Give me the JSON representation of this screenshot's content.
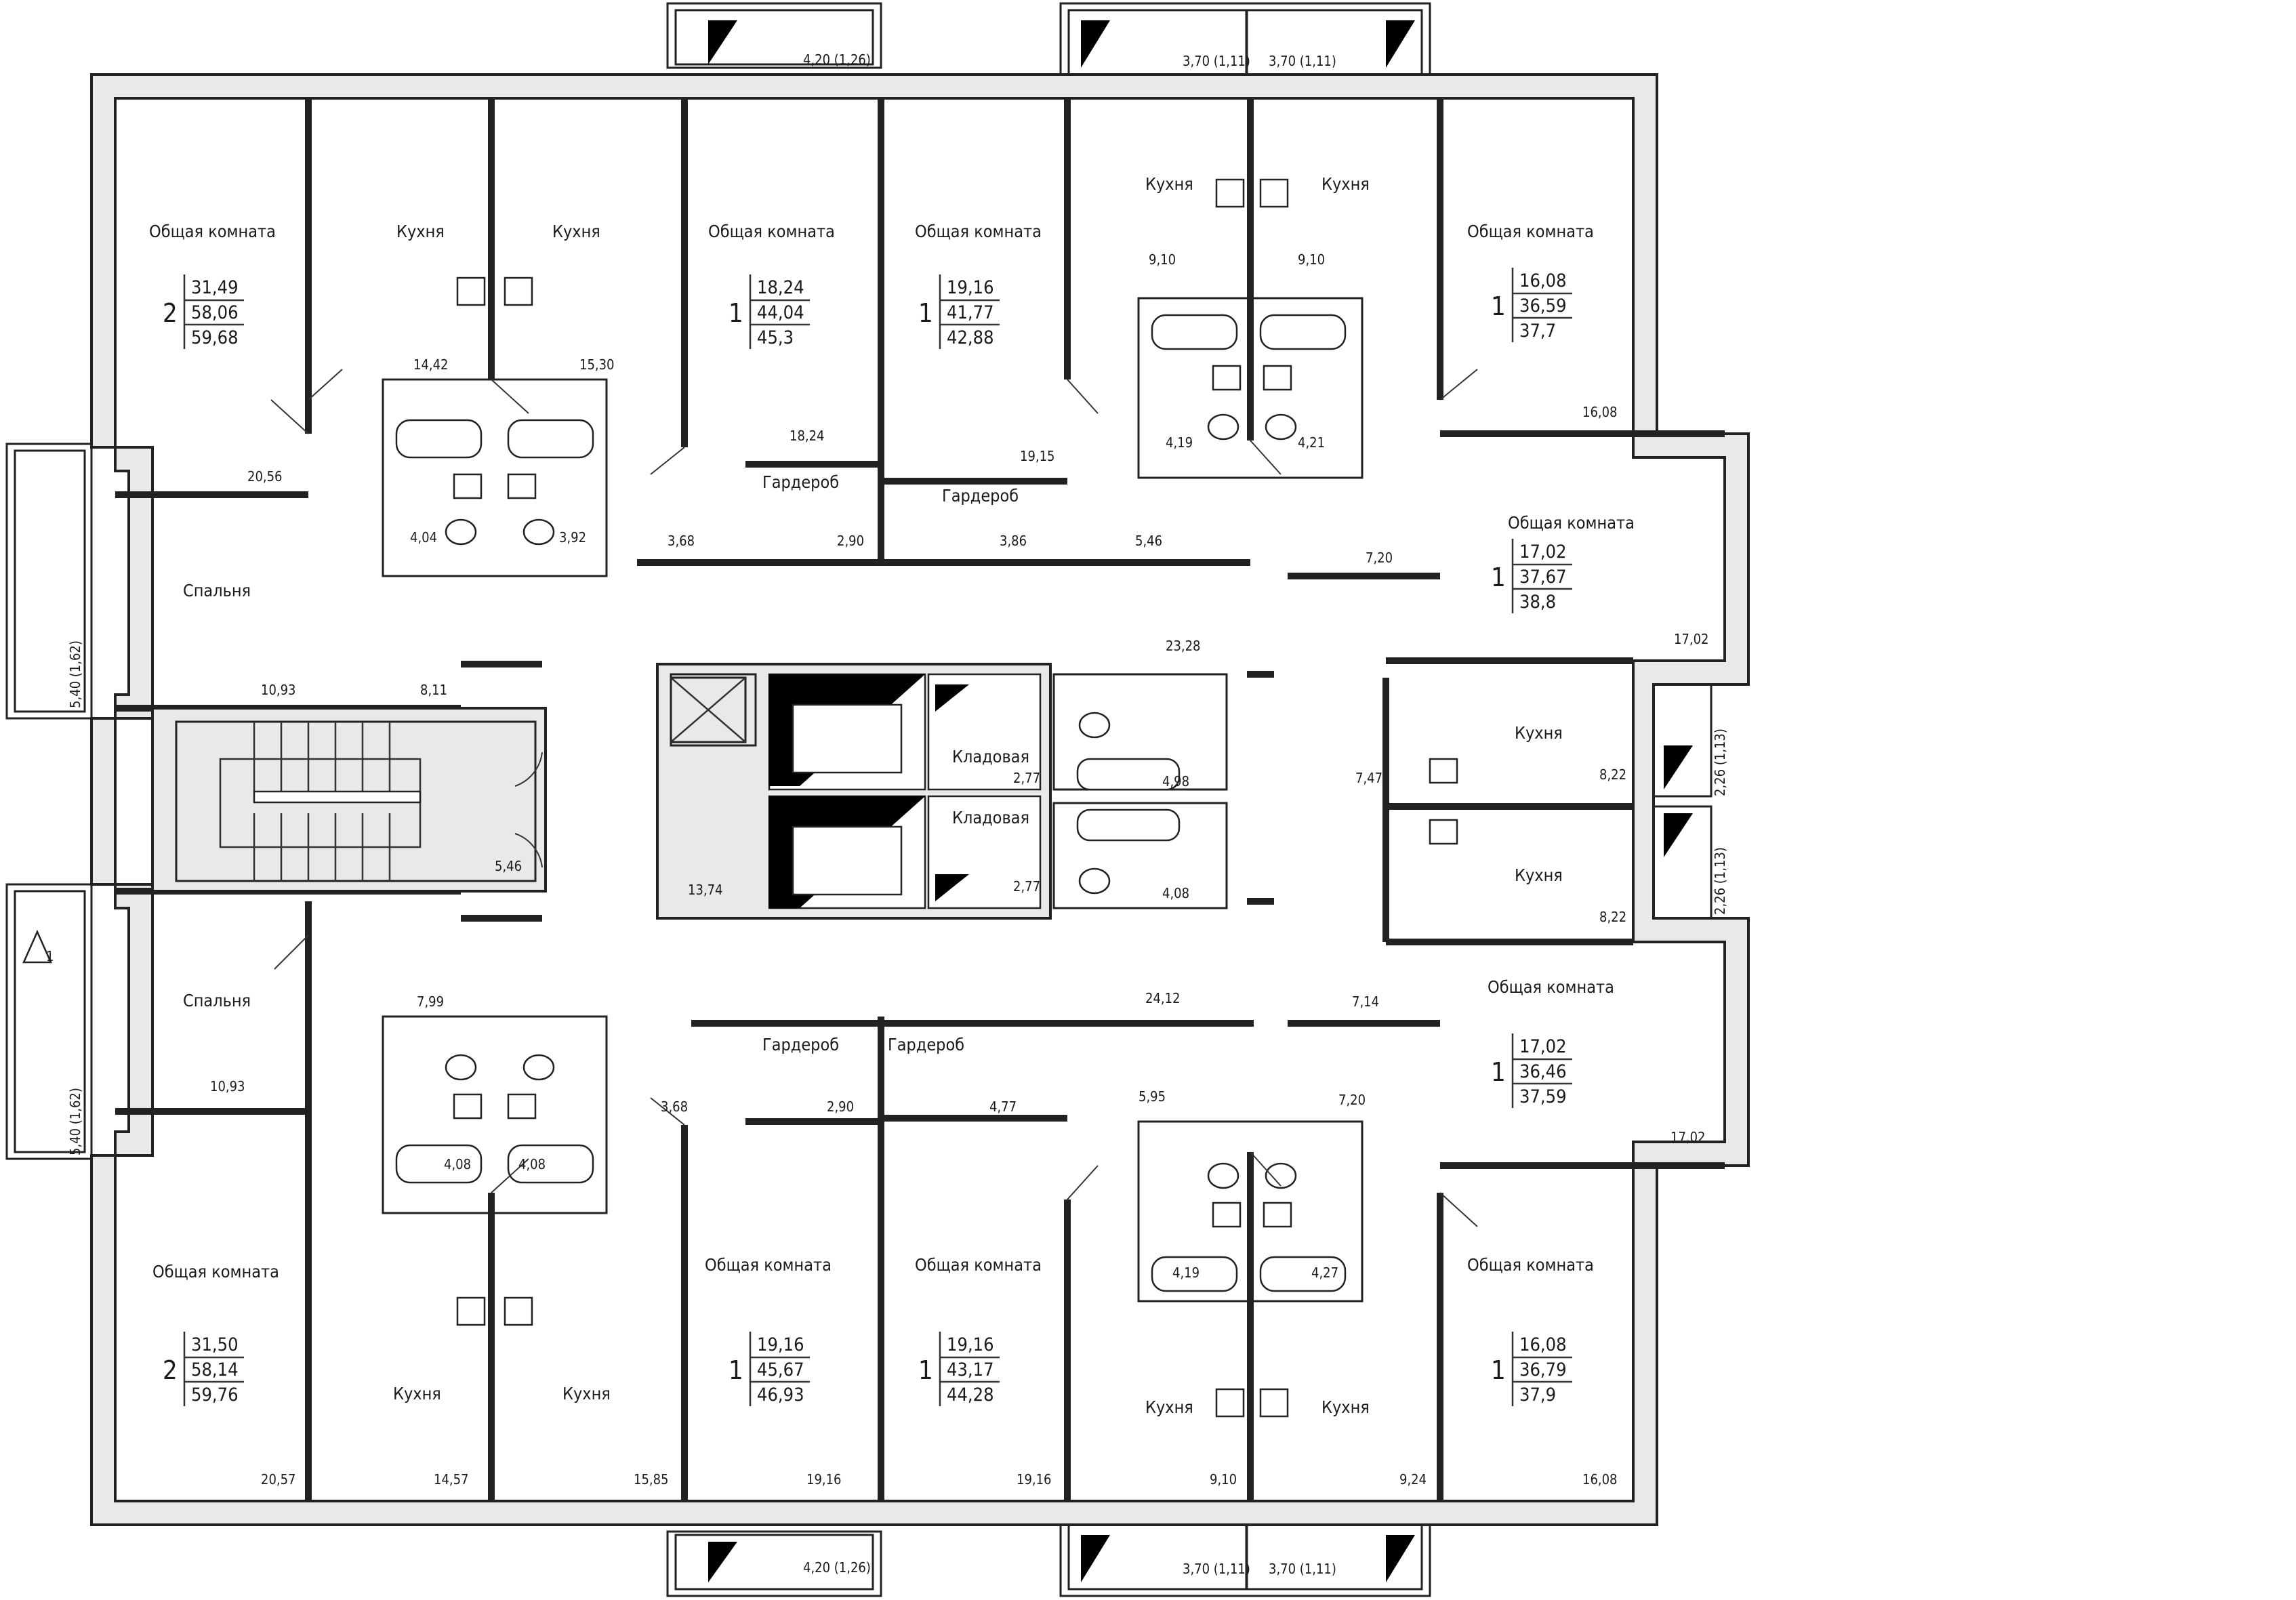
{
  "rooms": {
    "r_or1": "Общая комната",
    "r_or2": "Общая комната",
    "r_or3": "Общая комната",
    "r_or4": "Общая комната",
    "r_or5": "Общая комната",
    "r_or6": "Общая комната",
    "r_or7": "Общая комната",
    "r_or8": "Общая комната",
    "r_or9": "Общая комната",
    "r_or10": "Общая комната",
    "r_k1": "Кухня",
    "r_k2": "Кухня",
    "r_k3": "Кухня",
    "r_k4": "Кухня",
    "r_k5": "Кухня",
    "r_k6": "Кухня",
    "r_k7": "Кухня",
    "r_k8": "Кухня",
    "r_k9": "Кухня",
    "r_k10": "Кухня",
    "r_sp1": "Спальня",
    "r_sp2": "Спальня",
    "r_g1": "Гардероб",
    "r_g2": "Гардероб",
    "r_g3": "Гардероб",
    "r_g4": "Гардероб",
    "r_kl1": "Кладовая",
    "r_kl2": "Кладовая"
  },
  "areas": {
    "a1": "20,56",
    "a2": "10,93",
    "a3": "8,11",
    "a4": "14,42",
    "a5": "15,30",
    "a6": "4,04",
    "a7": "3,92",
    "a8": "3,68",
    "a9": "18,24",
    "a10": "2,90",
    "a11": "19,15",
    "a12": "3,86",
    "a13": "5,46",
    "a14": "9,10",
    "a15": "9,10",
    "a16": "4,19",
    "a17": "4,21",
    "a18": "16,08",
    "a19": "7,20",
    "a20": "23,28",
    "a21": "17,02",
    "a22": "7,47",
    "a23": "8,22",
    "a24": "8,22",
    "a25": "2,77",
    "a26": "2,77",
    "a27": "4,98",
    "a28": "4,08",
    "a29": "13,74",
    "a30": "5,46",
    "a31": "10,93",
    "a32": "7,99",
    "a33": "3,68",
    "a34": "2,90",
    "a35": "4,77",
    "a36": "24,12",
    "a37": "5,95",
    "a38": "7,14",
    "a39": "7,20",
    "a40": "17,02",
    "a41": "4,08",
    "a42": "4,08",
    "a43": "4,19",
    "a44": "4,27",
    "a45": "20,57",
    "a46": "14,57",
    "a47": "15,85",
    "a48": "19,16",
    "a49": "19,16",
    "a50": "9,10",
    "a51": "9,24",
    "a52": "16,08"
  },
  "balconies": {
    "b1": "4,20 (1,26)",
    "b2": "3,70 (1,11)",
    "b3": "3,70 (1,11)",
    "b4": "4,20 (1,26)",
    "b5": "3,70 (1,11)",
    "b6": "3,70 (1,11)",
    "b7": "5,40 (1,62)",
    "b8": "5,40 (1,62)",
    "b9": "2,26 (1,13)",
    "b10": "2,26 (1,13)"
  },
  "apartments": {
    "ap1": {
      "rooms": "2",
      "living": "31,49",
      "total": "58,06",
      "total_b": "59,68"
    },
    "ap2": {
      "rooms": "1",
      "living": "18,24",
      "total": "44,04",
      "total_b": "45,3"
    },
    "ap3": {
      "rooms": "1",
      "living": "19,16",
      "total": "41,77",
      "total_b": "42,88"
    },
    "ap4": {
      "rooms": "1",
      "living": "16,08",
      "total": "36,59",
      "total_b": "37,7"
    },
    "ap5": {
      "rooms": "1",
      "living": "17,02",
      "total": "37,67",
      "total_b": "38,8"
    },
    "ap6": {
      "rooms": "1",
      "living": "17,02",
      "total": "36,46",
      "total_b": "37,59"
    },
    "ap7": {
      "rooms": "2",
      "living": "31,50",
      "total": "58,14",
      "total_b": "59,76"
    },
    "ap8": {
      "rooms": "1",
      "living": "19,16",
      "total": "45,67",
      "total_b": "46,93"
    },
    "ap9": {
      "rooms": "1",
      "living": "19,16",
      "total": "43,17",
      "total_b": "44,28"
    },
    "ap10": {
      "rooms": "1",
      "living": "16,08",
      "total": "36,79",
      "total_b": "37,9"
    }
  },
  "axis_marker": "1",
  "colors": {
    "wall_hatch": "#e9e9e9",
    "line": "#222222",
    "background": "#ffffff"
  }
}
